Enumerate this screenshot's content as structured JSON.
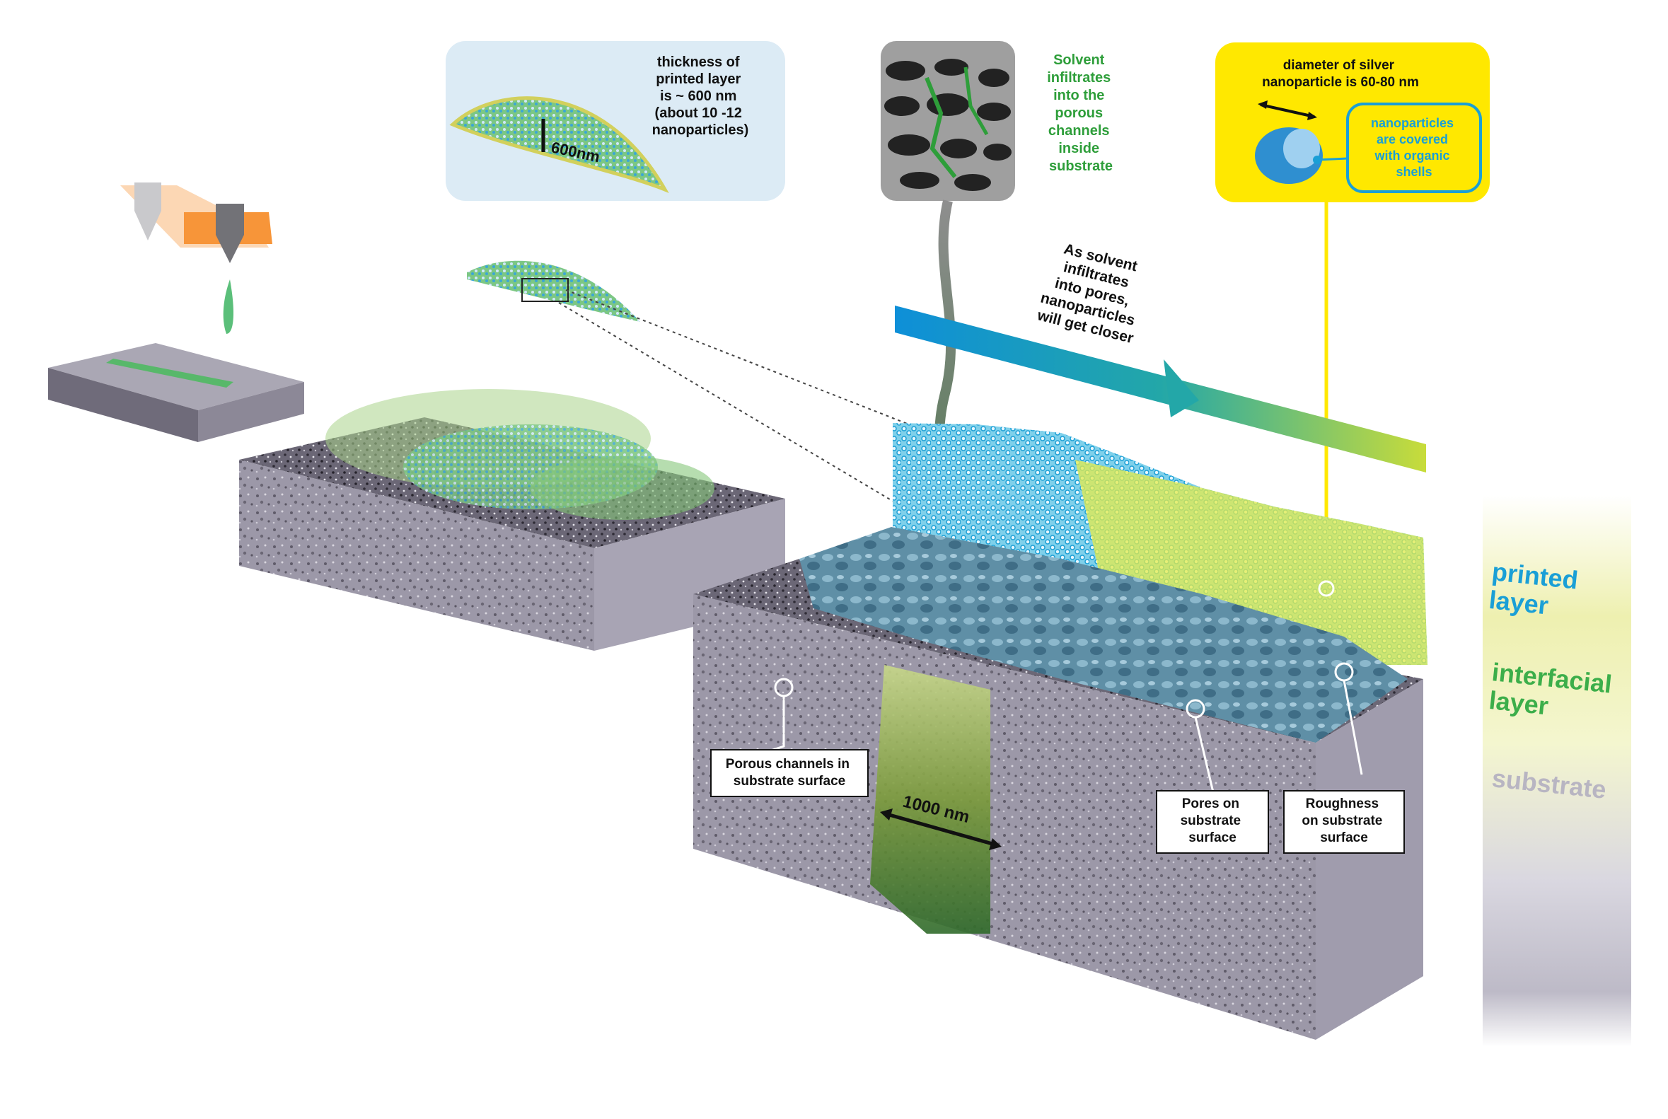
{
  "thickness_callout": {
    "lines": [
      "thickness of",
      "printed layer",
      "is ~ 600 nm",
      "(about 10 -12",
      "nanoparticles)"
    ],
    "measure": "600nm"
  },
  "solvent_callout": {
    "lines": [
      "Solvent",
      "infiltrates",
      "into the",
      "porous",
      "channels",
      "inside",
      "substrate"
    ]
  },
  "silver_callout": {
    "title_lines": [
      "diameter of silver",
      "nanoparticle is 60-80 nm"
    ],
    "shell_lines": [
      "nanoparticles",
      "are covered",
      "with organic",
      "shells"
    ]
  },
  "arrow_text": {
    "lines": [
      "As solvent",
      "infiltrates",
      "into pores,",
      "nanoparticles",
      "will get closer"
    ]
  },
  "labels": {
    "porous_channels": [
      "Porous channels in",
      "substrate surface"
    ],
    "width": "1000 nm",
    "pores": [
      "Pores on",
      "substrate",
      "surface"
    ],
    "roughness": [
      "Roughness",
      "on substrate",
      "surface"
    ]
  },
  "legend": {
    "printed": [
      "printed",
      "layer"
    ],
    "interfacial": [
      "interfacial",
      "layer"
    ],
    "substrate": "substrate"
  },
  "colors": {
    "printed": "#1a9fd6",
    "interfacial": "#3cae4a",
    "substrate": "#b8b5c2",
    "highlight": "#ffe800",
    "callout_bg": "#dcebf5",
    "gray_slab": "#8e8a9a"
  }
}
